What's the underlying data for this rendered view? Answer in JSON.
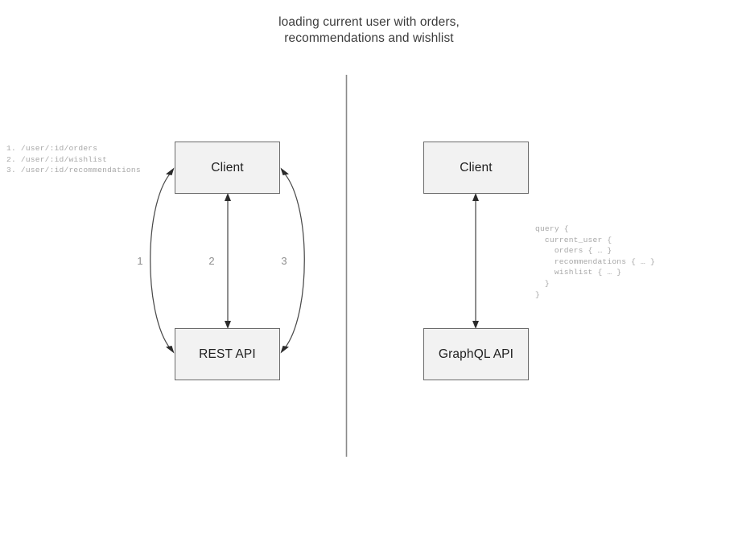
{
  "title": {
    "line1": "loading current user with orders,",
    "line2": "recommendations and wishlist"
  },
  "divider": {
    "orientation": "vertical",
    "color": "#8a8a8a"
  },
  "rest_side": {
    "client_label": "Client",
    "api_label": "REST API",
    "endpoints_text": "1. /user/:id/orders\n2. /user/:id/wishlist\n3. /user/:id/recommendations",
    "edges": [
      {
        "label": "1",
        "shape": "curve-left",
        "direction": "bidirectional"
      },
      {
        "label": "2",
        "shape": "straight",
        "direction": "bidirectional"
      },
      {
        "label": "3",
        "shape": "curve-right",
        "direction": "bidirectional"
      }
    ]
  },
  "graphql_side": {
    "client_label": "Client",
    "api_label": "GraphQL API",
    "query_text": "query {\n  current_user {\n    orders { … }\n    recommendations { … }\n    wishlist { … }\n  }\n}",
    "edges": [
      {
        "label": "",
        "shape": "straight",
        "direction": "bidirectional"
      }
    ]
  },
  "colors": {
    "background": "#ffffff",
    "node_fill": "#f2f2f2",
    "node_border": "#6b6b6b",
    "node_text": "#1f1f1f",
    "title_text": "#3c3c3c",
    "code_text": "#a8a8a8",
    "edge_stroke": "#4a4a4a",
    "edge_label_text": "#8d8d8d"
  }
}
